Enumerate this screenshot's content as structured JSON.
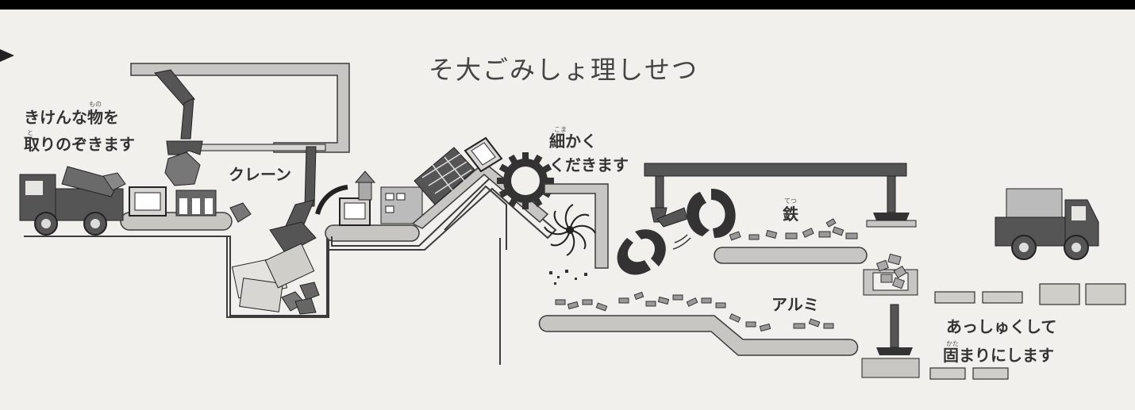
{
  "title": "そ大ごみしょ理しせつ",
  "labels": {
    "remove_line1": "きけんな物を",
    "remove_line2": "取りのぞきます",
    "remove_ruby1": "もの",
    "remove_ruby2": "と",
    "crane": "クレーン",
    "crush_line1": "細かく",
    "crush_line2": "くだきます",
    "crush_ruby": "こま",
    "iron": "鉄",
    "iron_ruby": "てつ",
    "aluminum": "アルミ",
    "compress_line1": "あっしゅくして",
    "compress_line2": "固まりにします",
    "compress_ruby": "かた"
  },
  "colors": {
    "ink": "#3c3c3c",
    "machine_gray": "#9a9a9a",
    "track_gray": "#c8c6c2",
    "background": "#f2f0ec"
  },
  "icons": [
    "arrow-icon",
    "truck-icon",
    "crane-arm-icon",
    "rock-icon",
    "tv-icon",
    "building-icon",
    "gear-icon",
    "fan-blade-icon",
    "magnet-icon",
    "claw-icon",
    "compressed-block-icon"
  ]
}
